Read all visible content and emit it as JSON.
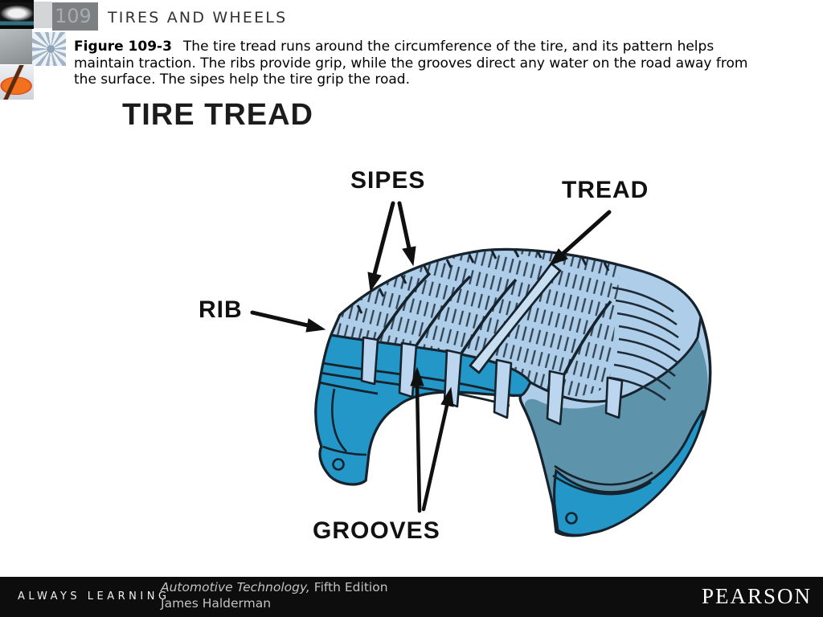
{
  "header": {
    "page_number": "109",
    "title": "TIRES AND WHEELS",
    "thumbnails": [
      "car-grille-photo",
      "wheel-closeup-photo",
      "orange-car-photo"
    ]
  },
  "caption": {
    "figure_label": "Figure 109-3",
    "text": "The tire tread runs around the circumference of the tire, and its pattern helps maintain traction. The ribs provide grip, while the grooves direct any water on the road away from the surface. The sipes help the tire grip the road."
  },
  "diagram": {
    "title": "TIRE TREAD",
    "labels": {
      "sipes": "SIPES",
      "tread": "TREAD",
      "rib": "RIB",
      "grooves": "GROOVES"
    }
  },
  "footer": {
    "left": "ALWAYS LEARNING",
    "book_title": "Automotive Technology,",
    "edition": " Fifth Edition",
    "author": "James Halderman",
    "brand": "PEARSON"
  },
  "theme": {
    "teal": "#2297c8",
    "light": "#aecde9",
    "slate": "#5e93ac",
    "ink": "#16222c",
    "footer-bg": "#0d0d0d"
  }
}
